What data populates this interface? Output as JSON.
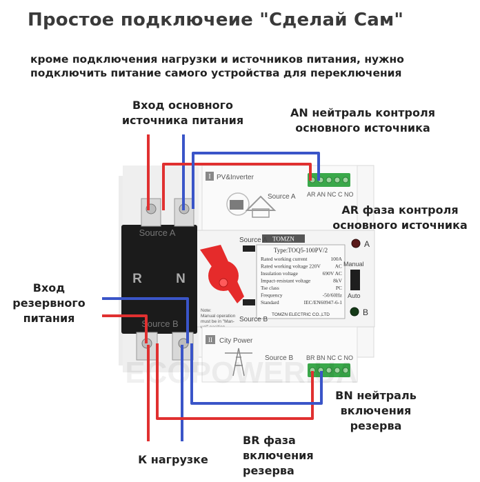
{
  "title": "Простое подключеие \"Сделай Сам\"",
  "subtitle": {
    "line1": "кроме подключения нагрузки и источников питания, нужно",
    "line2": "подключить питание самого устройства для переключения"
  },
  "labels": {
    "main_input": [
      "Вход основного",
      "источника питания"
    ],
    "an_neutral": [
      "AN нейтраль контроля",
      "основного источника"
    ],
    "ar_phase": [
      "AR фаза контроля",
      "основного источника"
    ],
    "backup_input": [
      "Вход",
      "резервного",
      "питания"
    ],
    "bn_neutral": [
      "BN нейтраль",
      "включения",
      "резерва"
    ],
    "br_phase": [
      "BR фаза",
      "включения",
      "резерва"
    ],
    "load": "К нагрузке"
  },
  "device": {
    "black_top_label": "Source A",
    "black_bottom_label": "Source B",
    "pole_r": "R",
    "pole_n": "N",
    "panel_pv_num": "I",
    "panel_pv_label": "PV&Inverter",
    "panel_pv_source": "Source A",
    "terminals_top": "AR AN NC C NO",
    "brand": "TOMZN",
    "type": "Type:TOQ5-100PV/2",
    "specs": [
      {
        "k": "Rated working current",
        "v": "100A"
      },
      {
        "k": "Rated working voltage 220V",
        "v": "AC"
      },
      {
        "k": "Insulation voltage",
        "v": "690V AC"
      },
      {
        "k": "Impact-resistant voltage",
        "v": "8kV"
      },
      {
        "k": "Tse class",
        "v": "PC"
      },
      {
        "k": "Frequency",
        "v": "-50/60Hz"
      },
      {
        "k": "Standard",
        "v": "IEC/EN60947-6-1"
      }
    ],
    "company": "TOMZN ELECTRIC CO.,LTD",
    "handle_source_a": "Source A",
    "handle_source_b": "Source B",
    "note": [
      "Note:",
      "Manual operation",
      "must be in \"Man-",
      "ual\" position"
    ],
    "manual": "Manual",
    "auto": "Auto",
    "led_a": "A",
    "led_b": "B",
    "panel_city_num": "II",
    "panel_city_label": "City Power",
    "panel_city_source": "Source B",
    "terminals_bottom": "BR BN NC C NO"
  },
  "watermark": "ECOPOWER.UA",
  "colors": {
    "phase_wire": "#e03030",
    "neutral_wire": "#3a55c8",
    "terminal_green": "#3aa84a",
    "handle_red": "#e52b2b",
    "black_block": "#1b1b1b"
  }
}
